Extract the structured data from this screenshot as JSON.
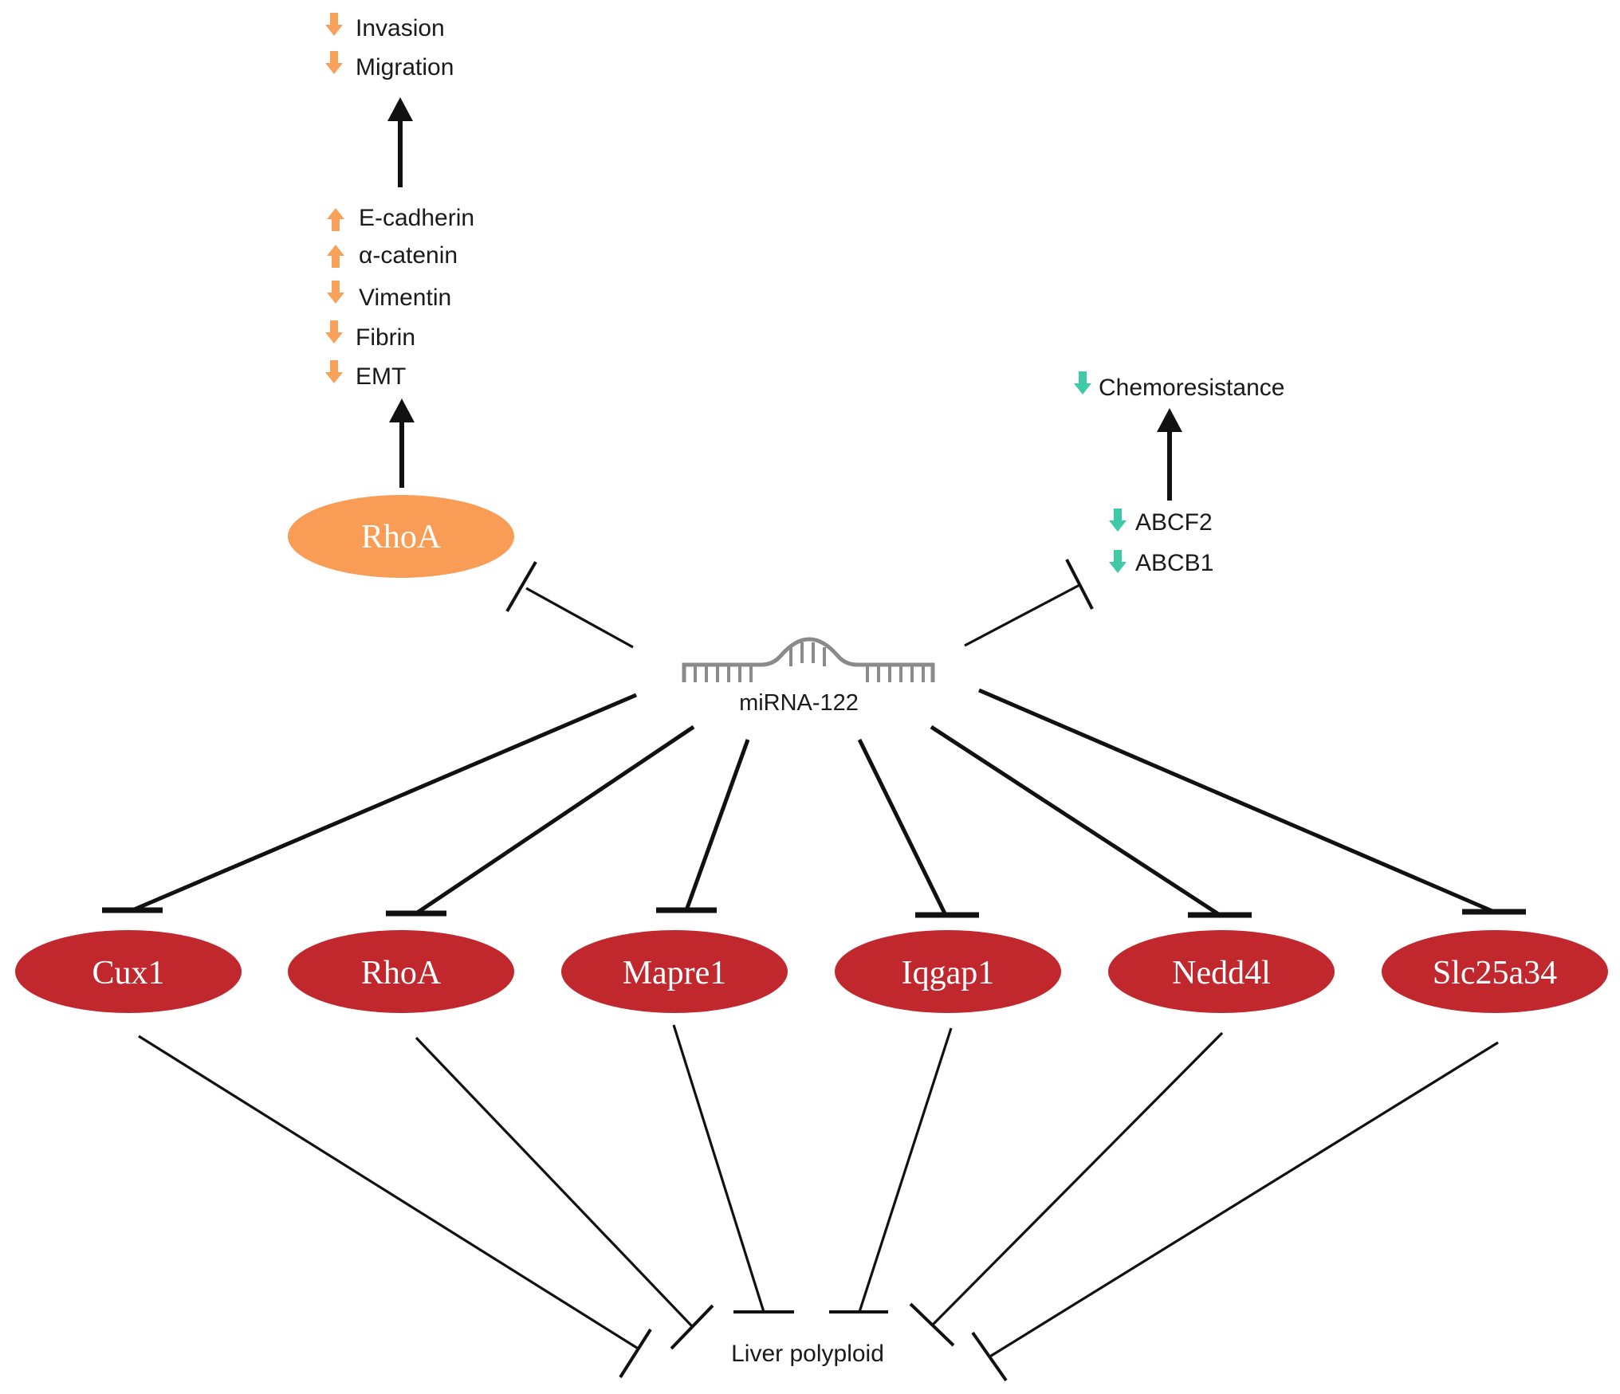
{
  "colors": {
    "rhoa_top": "#f99d56",
    "target_node": "#c0282e",
    "orange_arrow": "#f7a15a",
    "teal_arrow": "#3ec9a7",
    "mirna_glyph": "#8a8a8a",
    "line": "#111111"
  },
  "center": {
    "label": "miRNA-122",
    "icon": "mirna-hairpin-icon"
  },
  "left_branch": {
    "node": "RhoA",
    "emt_items": [
      {
        "label": "E-cadherin",
        "direction": "up"
      },
      {
        "label": "α-catenin",
        "direction": "up"
      },
      {
        "label": "Vimentin",
        "direction": "down"
      },
      {
        "label": "Fibrin",
        "direction": "down"
      },
      {
        "label": "EMT",
        "direction": "down"
      }
    ],
    "outcomes": [
      {
        "label": "Invasion",
        "direction": "down"
      },
      {
        "label": "Migration",
        "direction": "down"
      }
    ]
  },
  "right_branch": {
    "transporters": [
      {
        "label": "ABCF2",
        "direction": "down"
      },
      {
        "label": "ABCB1",
        "direction": "down"
      }
    ],
    "outcome": {
      "label": "Chemoresistance",
      "direction": "down"
    }
  },
  "targets": [
    "Cux1",
    "RhoA",
    "Mapre1",
    "Iqgap1",
    "Nedd4l",
    "Slc25a34"
  ],
  "bottom": {
    "label": "Liver polyploid"
  }
}
